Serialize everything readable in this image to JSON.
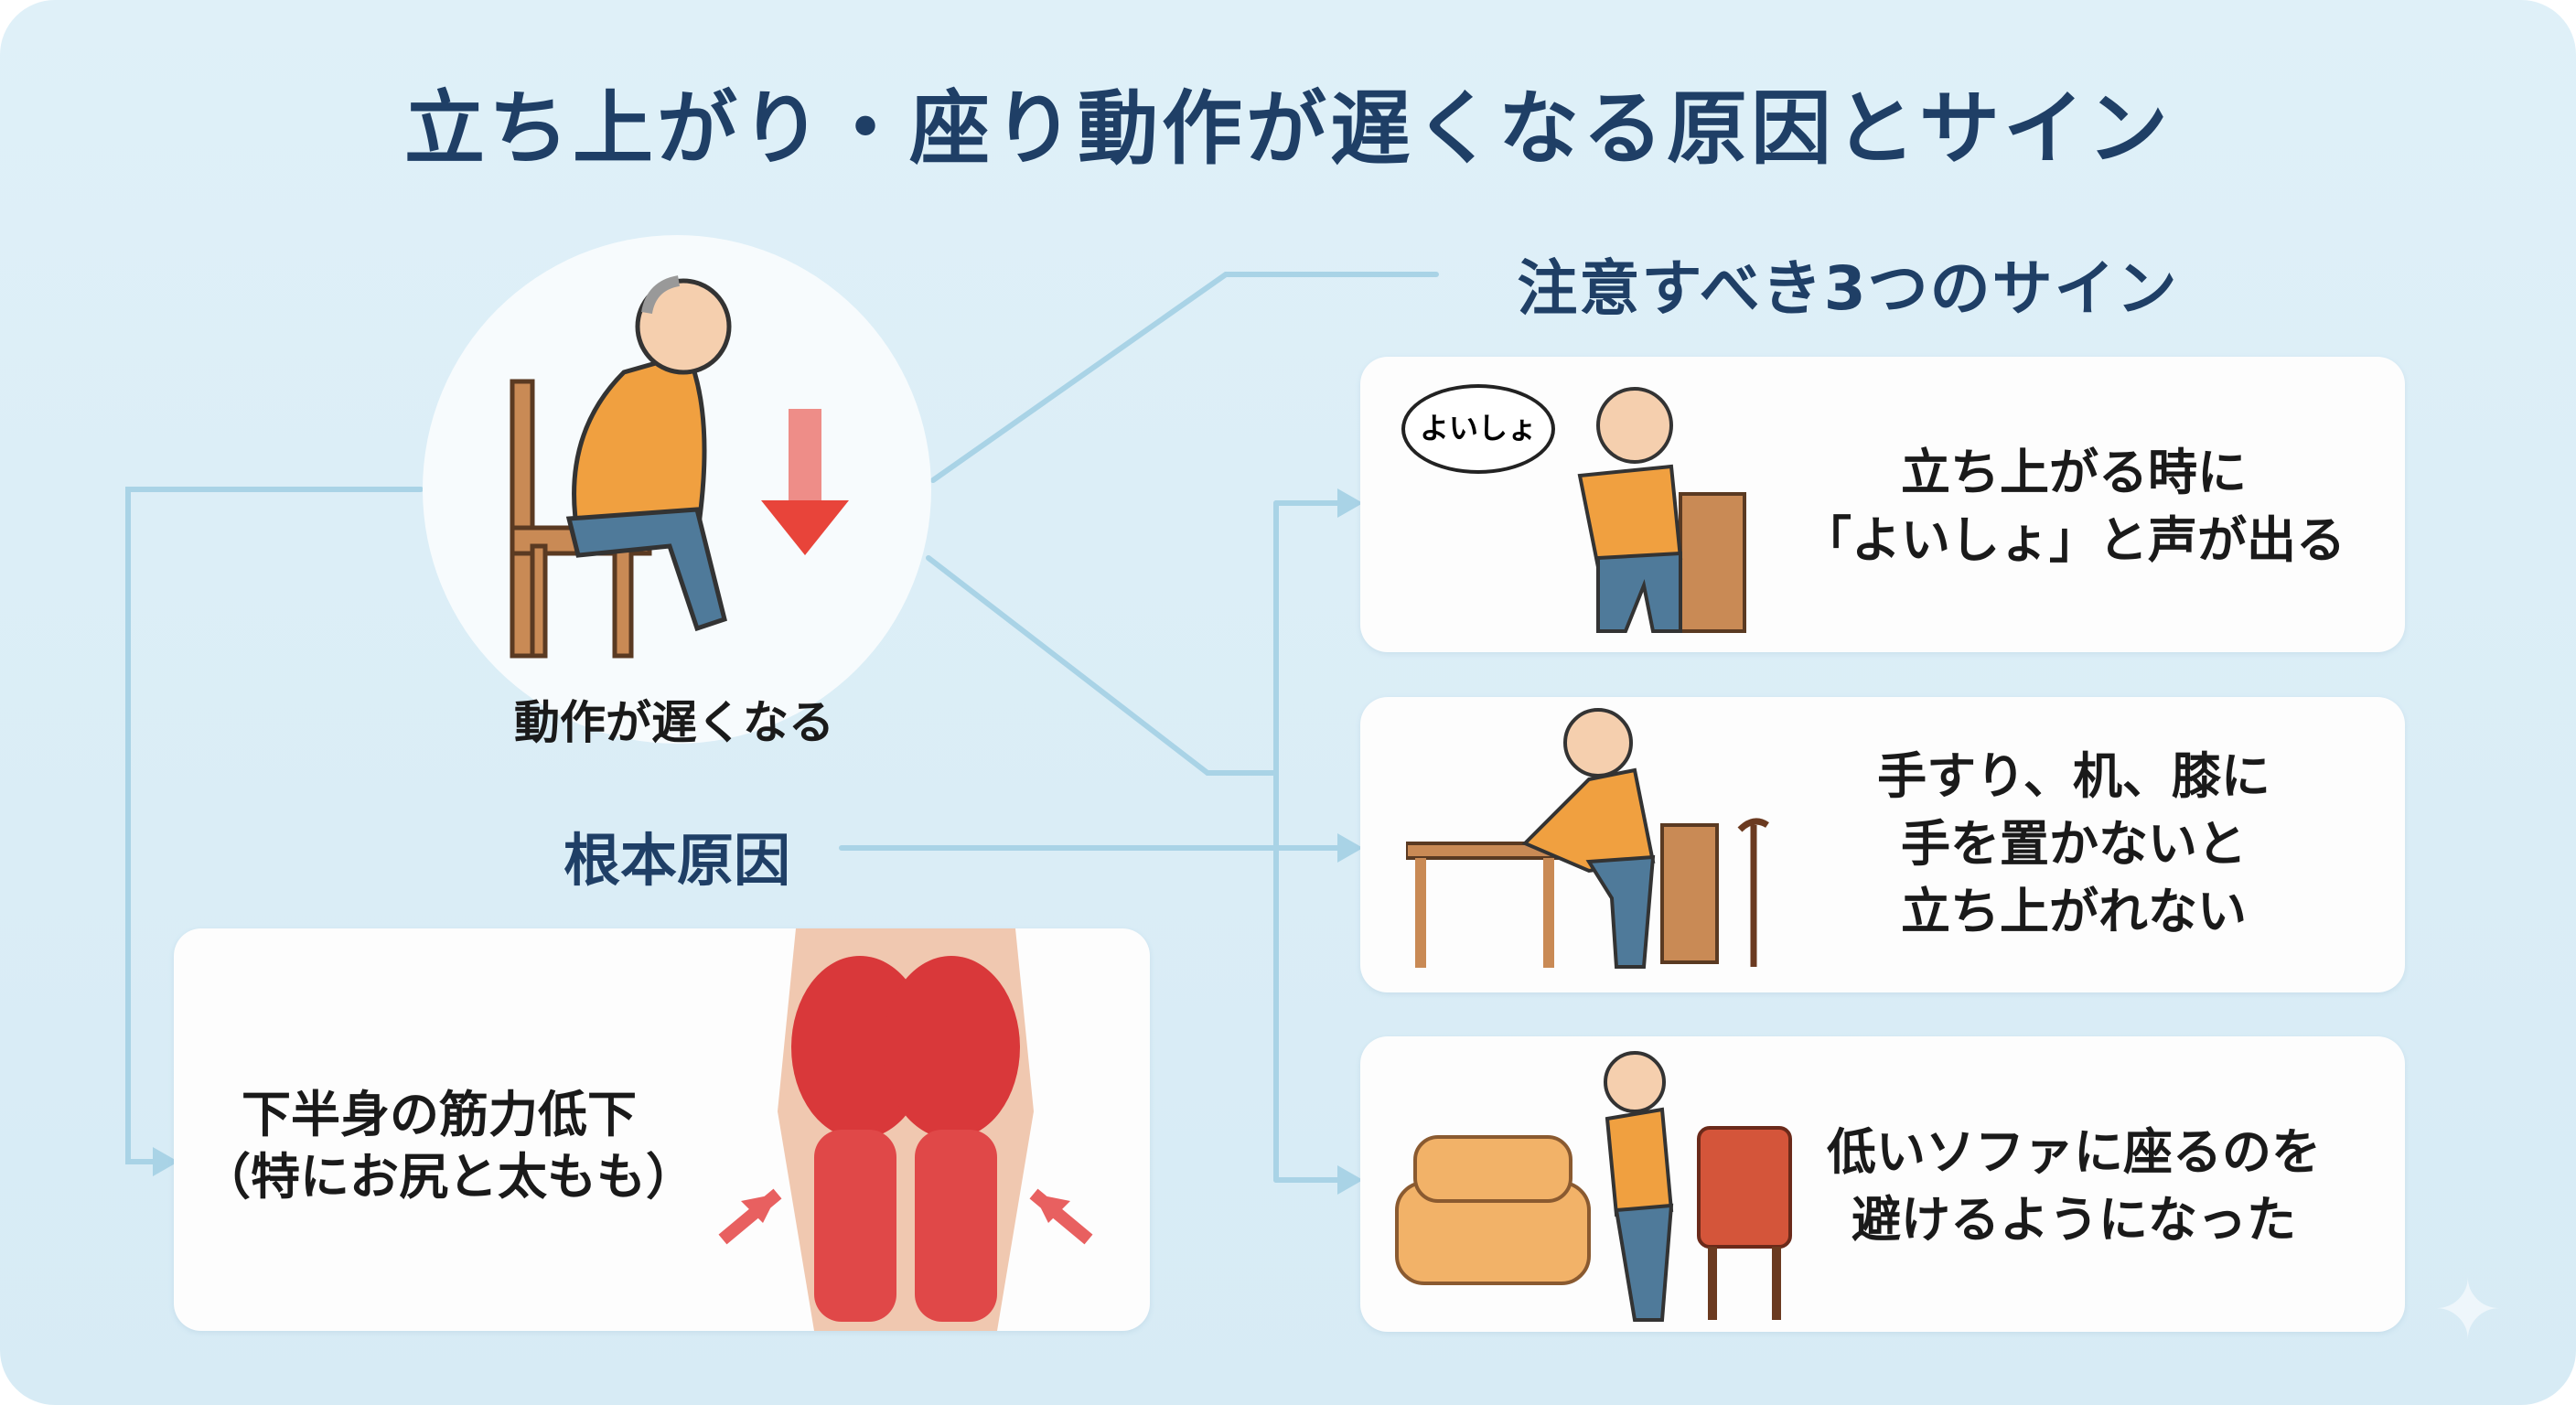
{
  "title": "立ち上がり・座り動作が遅くなる原因とサイン",
  "center": {
    "label": "動作が遅くなる"
  },
  "root_cause": {
    "heading": "根本原因",
    "text_line1": "下半身の筋力低下",
    "text_line2": "（特にお尻と太もも）"
  },
  "signs": {
    "heading": "注意すべき3つのサイン",
    "items": [
      {
        "lines": [
          "立ち上がる時に",
          "「よいしょ」と声が出る"
        ],
        "bubble": "よいしょ"
      },
      {
        "lines": [
          "手すり、机、膝に",
          "手を置かないと",
          "立ち上がれない"
        ]
      },
      {
        "lines": [
          "低いソファに座るのを",
          "避けるようになった"
        ]
      }
    ]
  },
  "colors": {
    "heading": "#1f3f66",
    "connector": "#a9d3e6",
    "arrow_red": "#e8443a",
    "shirt": "#f0a040",
    "pants": "#4f7a9a",
    "wood": "#b8784a"
  },
  "icons": [
    "elderly-person-sitting-icon",
    "down-arrow-icon",
    "muscle-anatomy-icon",
    "sparkle-icon"
  ]
}
